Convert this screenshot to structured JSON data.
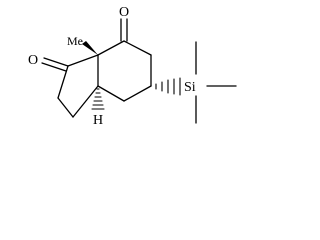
{
  "molecule": {
    "atoms": {
      "o_top": "O",
      "o_left": "O",
      "methyl": "Me",
      "h": "H",
      "si_label": "Si"
    }
  }
}
